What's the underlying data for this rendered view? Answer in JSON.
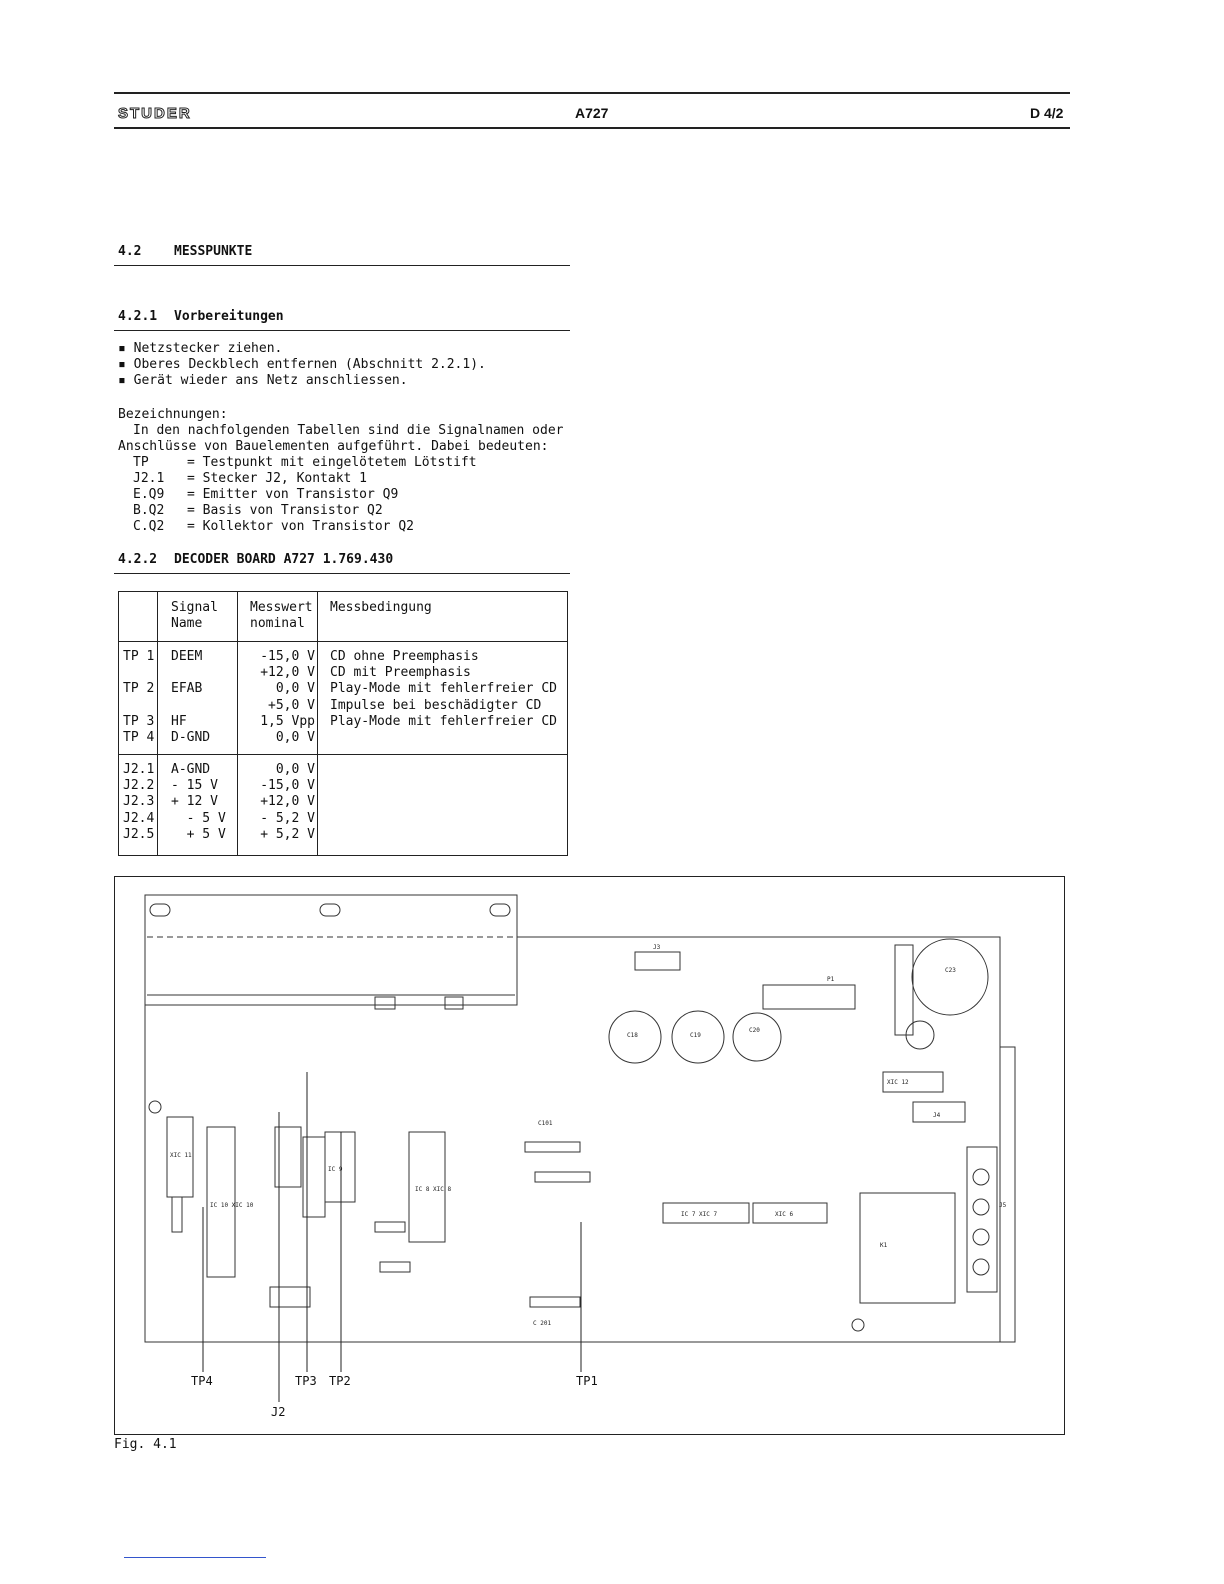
{
  "header": {
    "brand": "STUDER",
    "model": "A727",
    "page": "D 4/2"
  },
  "section_42": {
    "number": "4.2",
    "title": "MESSPUNKTE"
  },
  "section_421": {
    "number": "4.2.1",
    "title": "Vorbereitungen"
  },
  "steps": [
    "Netzstecker ziehen.",
    "Oberes Deckblech entfernen (Abschnitt 2.2.1).",
    "Gerät wieder ans Netz anschliessen."
  ],
  "designations": {
    "heading": "Bezeichnungen:",
    "intro_line1": "In den nachfolgenden Tabellen sind die Signalnamen oder",
    "intro_line2": "Anschlüsse von Bauelementen aufgeführt. Dabei bedeuten:",
    "items": [
      {
        "code": "TP",
        "meaning": "= Testpunkt mit eingelötetem Lötstift"
      },
      {
        "code": "J2.1",
        "meaning": "= Stecker J2, Kontakt 1"
      },
      {
        "code": "E.Q9",
        "meaning": "= Emitter von Transistor Q9"
      },
      {
        "code": "B.Q2",
        "meaning": "= Basis von Transistor Q2"
      },
      {
        "code": "C.Q2",
        "meaning": "= Kollektor von Transistor Q2"
      }
    ]
  },
  "section_422": {
    "number": "4.2.2",
    "title": "DECODER BOARD A727 1.769.430"
  },
  "table": {
    "headers": {
      "signal": "Signal\nName",
      "value": "Messwert\nnominal",
      "condition": "Messbedingung"
    },
    "group1": {
      "points": "TP 1\n\nTP 2\n\nTP 3\nTP 4",
      "signals": "DEEM\n\nEFAB\n\nHF\nD-GND",
      "values": "-15,0 V\n+12,0 V\n 0,0 V\n+5,0 V\n1,5 Vpp\n 0,0 V",
      "conditions": "CD ohne Preemphasis\nCD mit Preemphasis\nPlay-Mode mit fehlerfreier CD\nImpulse bei beschädigter CD\nPlay-Mode mit fehlerfreier CD"
    },
    "group2": {
      "points": "J2.1\nJ2.2\nJ2.3\nJ2.4\nJ2.5",
      "signals": "A-GND\n- 15 V\n+ 12 V\n  - 5 V\n  + 5 V",
      "values": "  0,0 V\n-15,0 V\n+12,0 V\n- 5,2 V\n+ 5,2 V"
    }
  },
  "figure": {
    "caption": "Fig. 4.1",
    "callouts": {
      "tp4": "TP4",
      "tp3": "TP3",
      "tp2": "TP2",
      "tp1": "TP1",
      "j2": "J2"
    },
    "components": {
      "c23": "C23",
      "c18": "C18",
      "c19": "C19",
      "c20": "C20",
      "p1": "P1",
      "k1": "K1",
      "j3": "J3",
      "j4": "J4",
      "j5": "J5",
      "ic7": "IC 7  XIC 7",
      "ic6": "XIC 6",
      "ic8": "IC 8  XIC 8",
      "ic9": "IC 9",
      "ic10": "IC 10  XIC 10",
      "ic11": "XIC 11",
      "ic12": "XIC 12",
      "c201": "C 201",
      "c101": "C101"
    }
  }
}
